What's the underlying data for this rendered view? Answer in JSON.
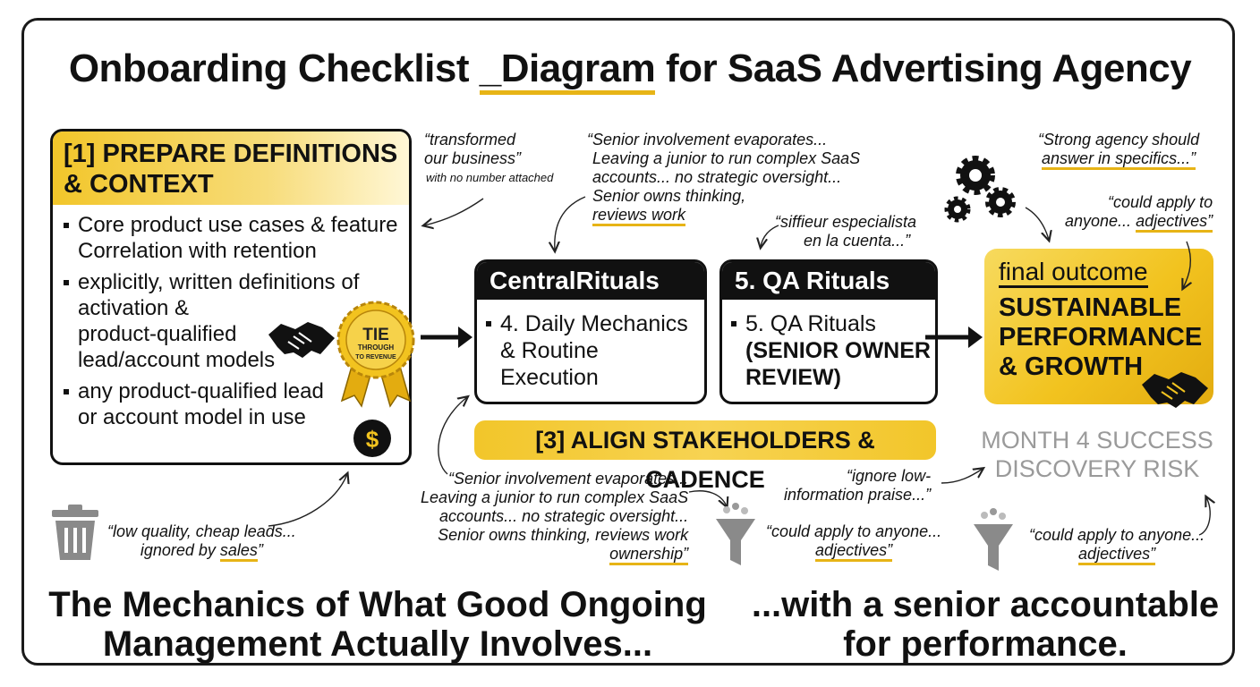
{
  "title": {
    "prefix": "Onboarding Checklist ",
    "underlined": "_Diagram",
    "suffix": " for SaaS Advertising Agency"
  },
  "prepare": {
    "header_line1": "[1] PREPARE DEFINITIONS",
    "header_line2": "& CONTEXT",
    "items": [
      "Core product use cases & feature Correlation with retention",
      "explicitly, written definitions of activation & product-qualified lead/account models",
      "any product-qualified lead or account model in use"
    ],
    "item2_line1": "explicitly, written definitions of",
    "item2_line2": "activation &",
    "item2_line3": "product-qualified",
    "item2_line4": "lead/account models",
    "item3_line1": "any product-qualified lead",
    "item3_line2": "or account model in use"
  },
  "badge": {
    "line1": "TIE",
    "line2": "THROUGH",
    "line3": "TO REVENUE"
  },
  "dollar_icon": "$",
  "central": {
    "header": "CentralRituals",
    "item_line1": "4. Daily Mechanics",
    "item_line2": "& Routine Execution"
  },
  "qa": {
    "header": "5. QA Rituals",
    "item_line1": "5. QA Rituals",
    "item_line2": "(SENIOR OWNER",
    "item_line3": "REVIEW)"
  },
  "align": {
    "label": "[3] ALIGN STAKEHOLDERS & CADENCE"
  },
  "outcome": {
    "label": "final outcome",
    "line1": "SUSTAINABLE",
    "line2": "PERFORMANCE",
    "line3": "& GROWTH"
  },
  "success": {
    "line1": "MONTH 4 SUCCESS",
    "line2": "DISCOVERY RISK"
  },
  "quotes": {
    "transformed_l1": "“transformed",
    "transformed_l2": "our business”",
    "transformed_note": "with no number attached",
    "senior_top_l1": "“Senior involvement evaporates...",
    "senior_top_l2": "Leaving a junior to run complex SaaS",
    "senior_top_l3": "accounts... no strategic oversight...",
    "senior_top_l4": "Senior owns thinking,",
    "senior_top_l5": "reviews work",
    "siffieur_l1": "“siffieur especialista",
    "siffieur_l2": "en la cuenta...”",
    "strong_l1": "“Strong agency should",
    "strong_l2": "answer in specifics...”",
    "could_top_l1": "“could apply to",
    "could_top_l2a": "anyone... ",
    "could_top_l2b": "adjectives”",
    "lowq_l1": "“low quality, cheap leads...",
    "lowq_l2a": "ignored by ",
    "lowq_l2b": "sales",
    "lowq_l2c": "”",
    "senior_bot_l1": "“Senior involvement evaporates...",
    "senior_bot_l2": "Leaving a junior to run complex SaaS",
    "senior_bot_l3": "accounts... no strategic oversight...",
    "senior_bot_l4": "Senior owns thinking, reviews work",
    "senior_bot_l5": "ownership”",
    "ignore_l1": "“ignore low-",
    "ignore_l2": "information praise...”",
    "could_mid_l1": "“could apply to anyone...",
    "could_mid_l2": "adjectives”",
    "could_right_l1": "“could apply to anyone...",
    "could_right_l2": "adjectives”"
  },
  "footer": {
    "left_l1": "The Mechanics of What Good Ongoing",
    "left_l2": "Management Actually Involves...",
    "right_l1": "...with a senior accountable",
    "right_l2": "for performance."
  },
  "icons": [
    "handshake-icon",
    "medal-badge-icon",
    "dollar-coin-icon",
    "trash-can-icon",
    "gears-icon",
    "funnel-icon",
    "arrow-icon"
  ],
  "colors": {
    "accent": "#f2c62a",
    "ink": "#111111",
    "muted": "#9a9a9a"
  }
}
